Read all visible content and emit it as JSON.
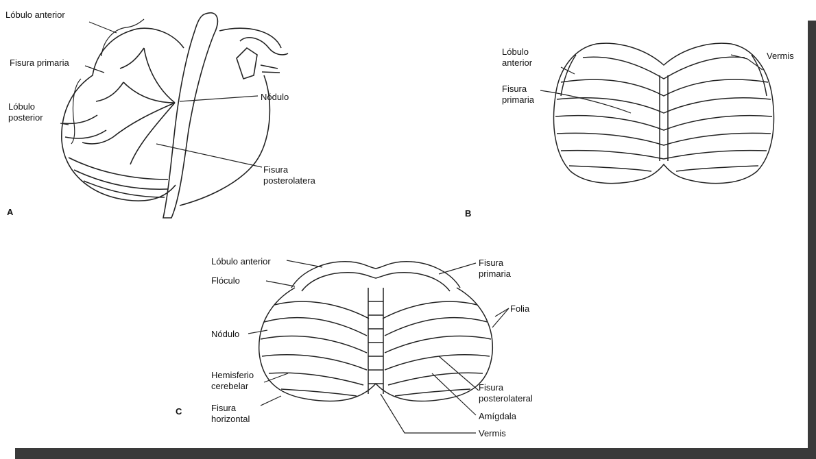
{
  "panels": {
    "A": {
      "letter": "A",
      "labels": {
        "lobulo_anterior": "Lóbulo anterior",
        "fisura_primaria": "Fisura primaria",
        "lobulo_posterior_1": "Lóbulo",
        "lobulo_posterior_2": "posterior",
        "nodulo": "Nódulo",
        "fisura_posterolatera_1": "Fisura",
        "fisura_posterolatera_2": "posterolatera"
      }
    },
    "B": {
      "letter": "B",
      "labels": {
        "lobulo_anterior_1": "Lóbulo",
        "lobulo_anterior_2": "anterior",
        "fisura_primaria_1": "Fisura",
        "fisura_primaria_2": "primaria",
        "vermis": "Vermis"
      }
    },
    "C": {
      "letter": "C",
      "labels": {
        "lobulo_anterior": "Lóbulo anterior",
        "floculo": "Flóculo",
        "nodulo": "Nódulo",
        "hemisferio_1": "Hemisferio",
        "hemisferio_2": "cerebelar",
        "fisura_horizontal_1": "Fisura",
        "fisura_horizontal_2": "horizontal",
        "fisura_primaria_1": "Fisura",
        "fisura_primaria_2": "primaria",
        "folia": "Folia",
        "fisura_posterolateral_1": "Fisura",
        "fisura_posterolateral_2": "posterolateral",
        "amigdala": "Amígdala",
        "vermis": "Vermis"
      }
    }
  },
  "colors": {
    "ink": "#222222",
    "frame_shadow": "#3a3a3a",
    "background": "#ffffff"
  }
}
